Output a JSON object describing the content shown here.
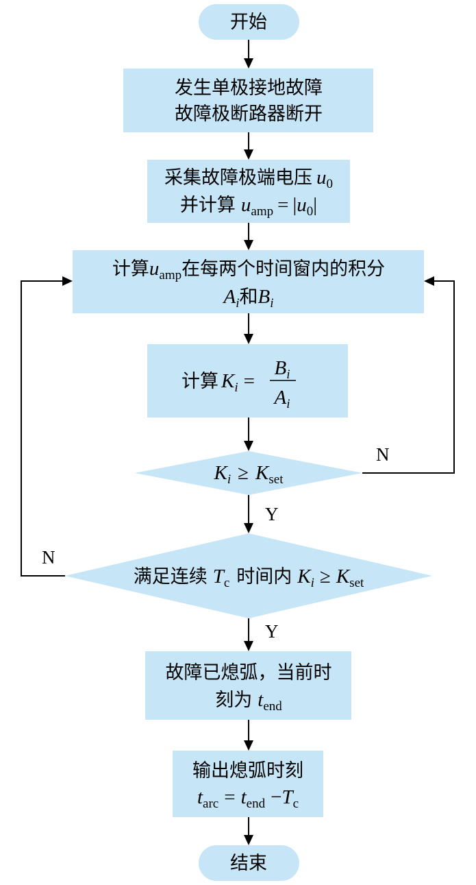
{
  "start": "开始",
  "end": "结束",
  "step1": {
    "line1": "发生单极接地故障",
    "line2": "故障极断路器断开"
  },
  "step2": {
    "line1_text": "采集故障极端电压",
    "u": "u",
    "sub0": "0",
    "line2_text": "并计算",
    "sub_amp": "amp",
    "eq": "=",
    "bar": "|"
  },
  "step3": {
    "line1_prefix": "计算",
    "line1_suffix": "在每两个时间窗内的积分",
    "A": "A",
    "and": "和",
    "B": "B",
    "i": "i"
  },
  "step4": {
    "prefix": "计算",
    "K": "K",
    "eq": "="
  },
  "decision1": {
    "geq": "≥",
    "sub_set": "set"
  },
  "decision2": {
    "prefix": "满足连续",
    "T": "T",
    "sub_c": "c",
    "middle": "时间内"
  },
  "step5": {
    "line1": "故障已熄弧，当前时",
    "line2_prefix": "刻为",
    "t": "t",
    "sub_end": "end"
  },
  "step6": {
    "line1": "输出熄弧时刻",
    "sub_arc": "arc",
    "eq": "=",
    "minus": "−"
  },
  "labels": {
    "yes": "Y",
    "no": "N"
  },
  "colors": {
    "box_fill": "#c6e6f7",
    "line": "#000000"
  }
}
